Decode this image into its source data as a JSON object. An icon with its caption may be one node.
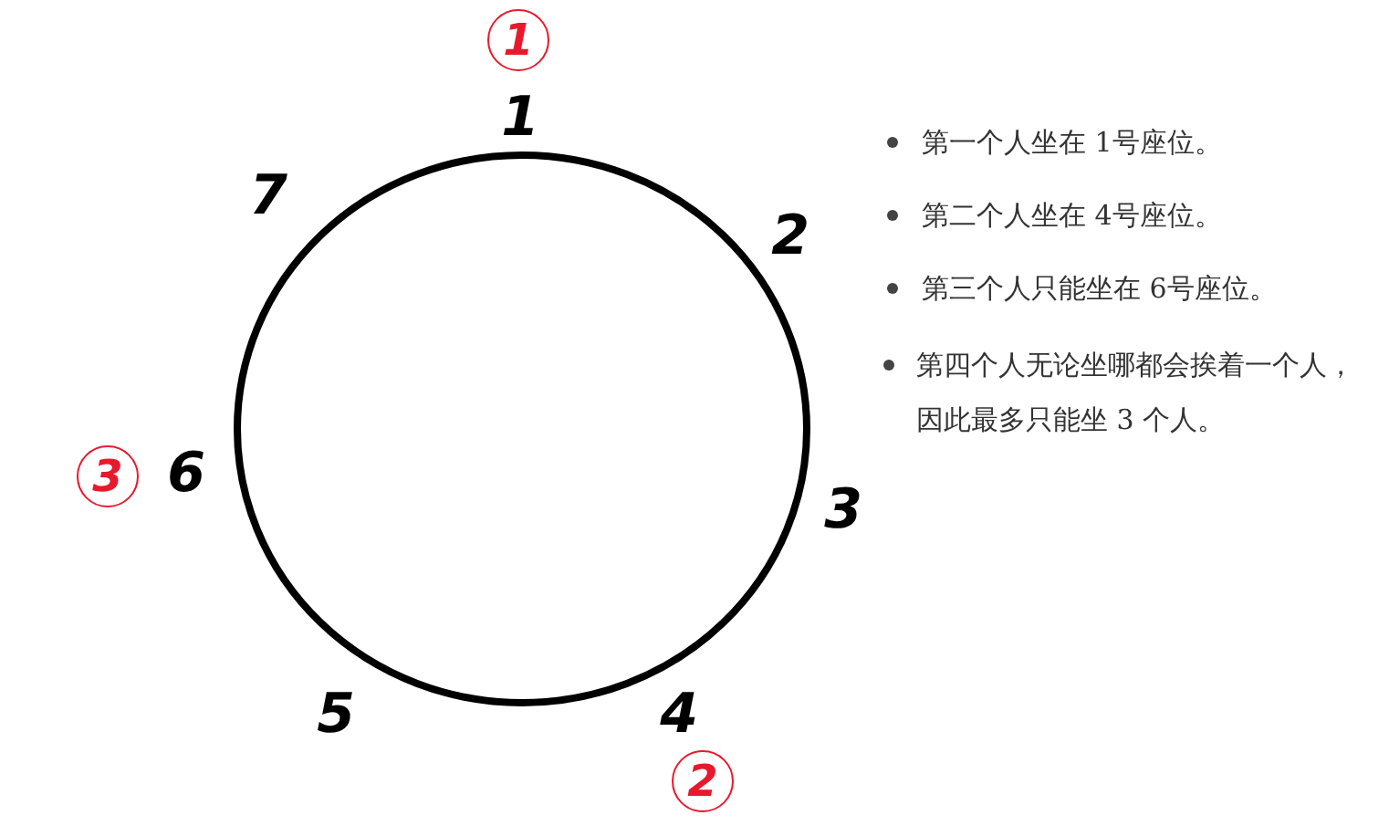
{
  "diagram": {
    "nodes": [
      {
        "text": [
          "1"
        ]
      },
      {
        "text": [
          "2"
        ]
      },
      {
        "text": [
          "3"
        ]
      }
    ],
    "labels": [
      "1",
      "7",
      "2",
      "6",
      "3",
      "5",
      "4",
      "第一个人坐在 1号座位。",
      "第二个人坐在 4号座位。",
      "第三个人只能坐在 6号座位。",
      "第四个人无论坐哪都会挨着一个人，因此最多只能坐 3 个人。"
    ]
  }
}
